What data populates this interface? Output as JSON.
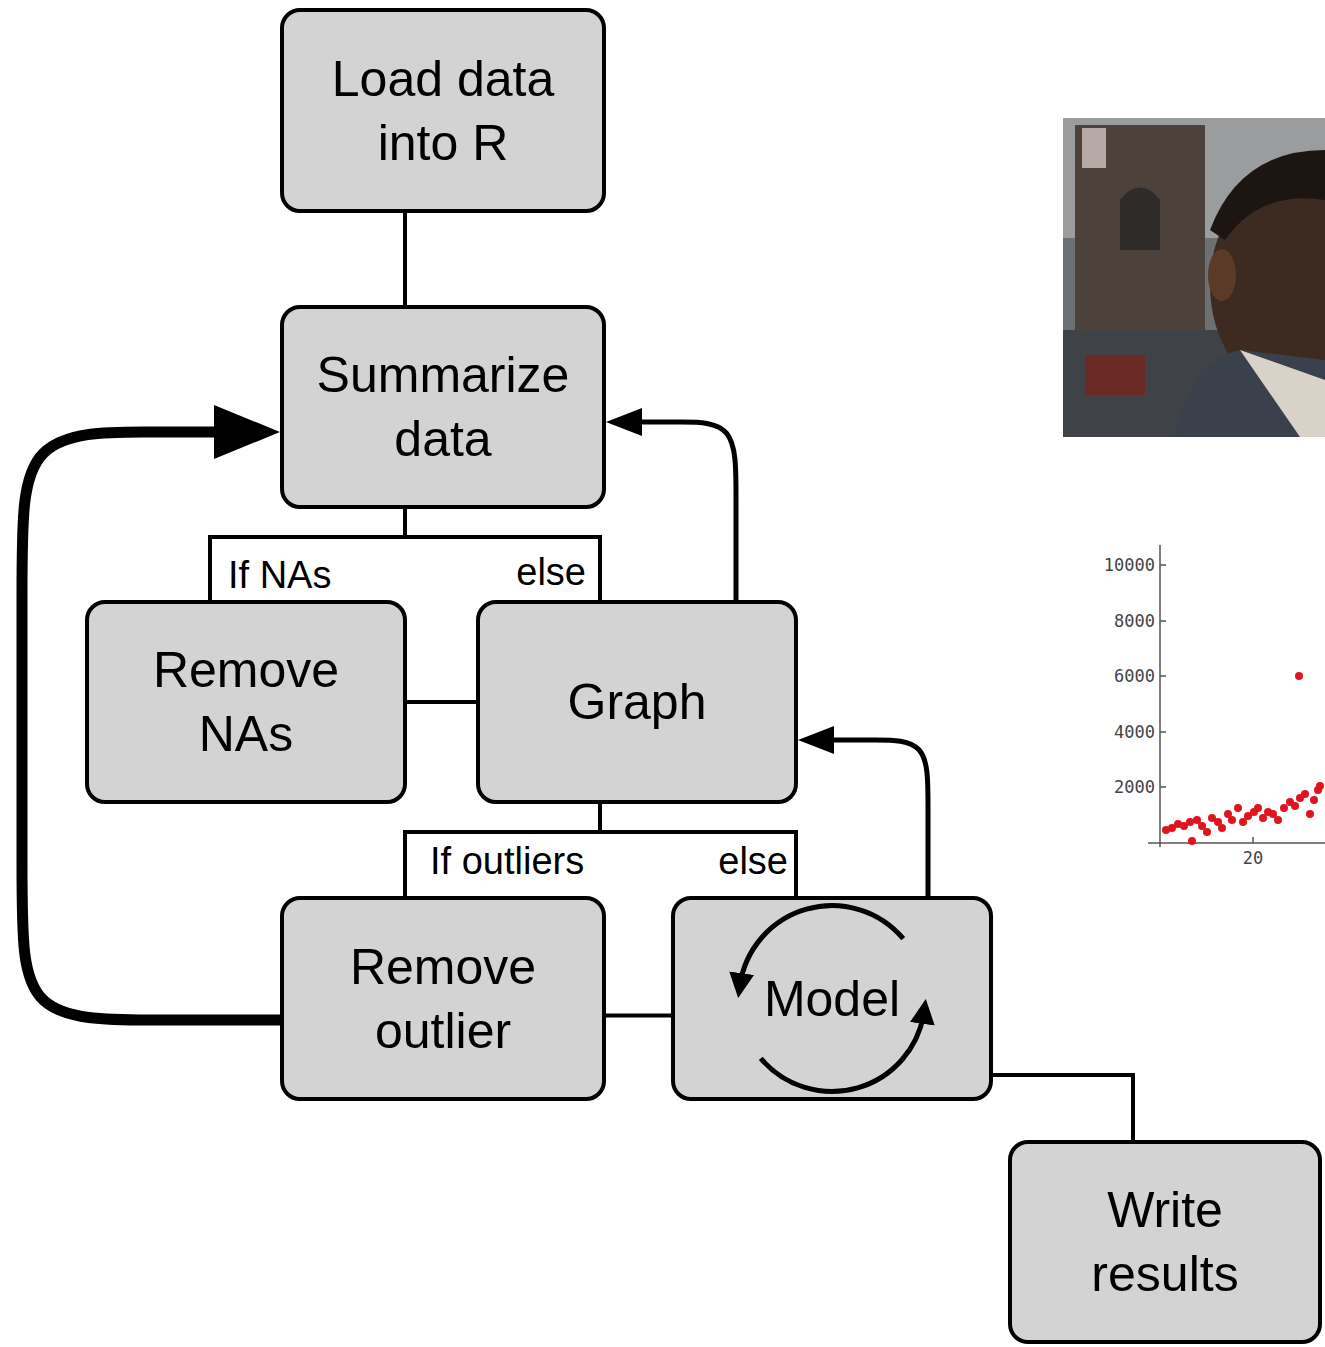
{
  "diagram": {
    "nodes": [
      {
        "text": [
          "Load data into R"
        ]
      },
      {
        "text": [
          "Summarize data"
        ]
      },
      {
        "text": [
          "Remove NAs"
        ]
      },
      {
        "text": [
          "Graph"
        ]
      },
      {
        "text": [
          "Remove outlier"
        ]
      },
      {
        "text": [
          "Model"
        ]
      },
      {
        "text": [
          "Write results"
        ]
      }
    ],
    "edges": [
      {
        "from": 0,
        "to": 1,
        "arrow": "none"
      },
      {
        "from": 1,
        "to": 2,
        "label": "If NAs",
        "arrow": "none"
      },
      {
        "from": 1,
        "to": 3,
        "label": "else",
        "arrow": "none"
      },
      {
        "from": 2,
        "to": 3,
        "arrow": "none"
      },
      {
        "from": 3,
        "to": 1,
        "arrow": "to"
      },
      {
        "from": 3,
        "to": 4,
        "label": "If outliers",
        "arrow": "none"
      },
      {
        "from": 3,
        "to": 5,
        "label": "else",
        "arrow": "none"
      },
      {
        "from": 4,
        "to": 5,
        "arrow": "none"
      },
      {
        "from": 4,
        "to": 1,
        "arrow": "to"
      },
      {
        "from": 5,
        "to": 3,
        "arrow": "to"
      },
      {
        "from": 5,
        "to": 6,
        "arrow": "none"
      }
    ],
    "labels": [
      "10000",
      "8000",
      "6000",
      "4000",
      "2000",
      "20"
    ]
  }
}
